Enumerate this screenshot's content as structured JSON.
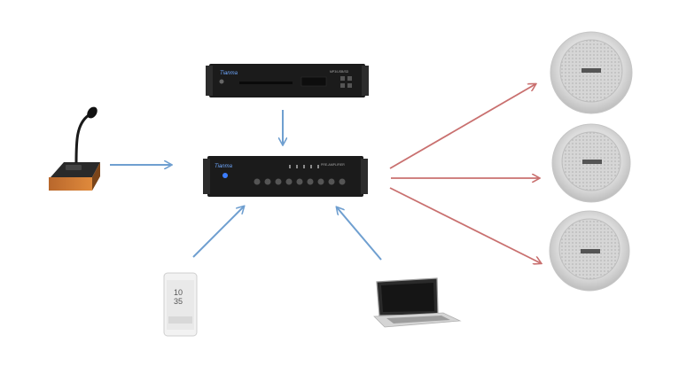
{
  "devices": {
    "cd_player": {
      "brand": "Tianma",
      "model_text": "MP3/USB/SD"
    },
    "amplifier": {
      "brand": "Tianma",
      "model_text": "PRE-AMPLIFIER"
    },
    "phone": {
      "time": "10",
      "time2": "35"
    }
  },
  "colors": {
    "blue_arrow": "#6f9fd0",
    "red_arrow": "#c9706f",
    "device_body": "#1b1b1b",
    "speaker_grille": "#cfcfcf"
  }
}
